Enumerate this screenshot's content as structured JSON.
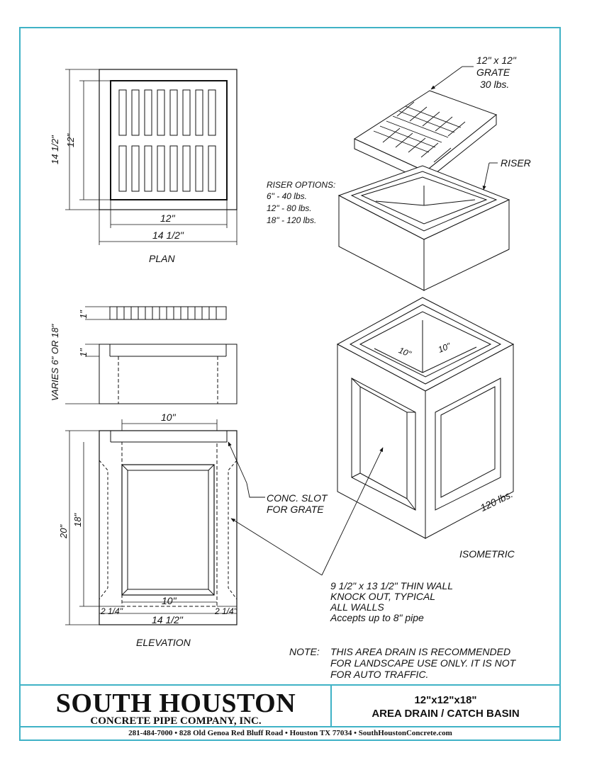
{
  "plan": {
    "width_inner": "12\"",
    "width_outer": "14 1/2\"",
    "height_outer": "14 1/2\"",
    "height_inner": "12\"",
    "caption": "PLAN"
  },
  "side": {
    "grate_thk": "1\"",
    "riser_thk": "1\"",
    "varies": "VARIES 6\" OR 18\""
  },
  "elevation": {
    "top_width": "10\"",
    "height_outer": "20\"",
    "height_inner": "18\"",
    "bottom_inner": "10\"",
    "wall_left": "2 1/4\"",
    "wall_right": "2 1/4\"",
    "bottom_outer": "14 1/2\"",
    "caption": "ELEVATION"
  },
  "callouts": {
    "grate_l1": "12\" x 12\"",
    "grate_l2": "GRATE",
    "grate_l3": "30 lbs.",
    "riser": "RISER",
    "riser_options_title": "RISER OPTIONS:",
    "riser_opt1": "6\" - 40 lbs.",
    "riser_opt2": "12\" - 80 lbs.",
    "riser_opt3": "18\" - 120 lbs.",
    "iso_dim1": "10\"",
    "iso_dim2": "10\"",
    "iso_weight": "120 lbs.",
    "isometric": "ISOMETRIC",
    "slot_l1": "CONC. SLOT",
    "slot_l2": "FOR GRATE",
    "ko_l1": "9 1/2\" x 13 1/2\" THIN WALL",
    "ko_l2": "KNOCK OUT, TYPICAL",
    "ko_l3": "ALL WALLS",
    "ko_l4": "Accepts up to 8\" pipe"
  },
  "note": {
    "label": "NOTE:",
    "l1": "THIS AREA DRAIN IS RECOMMENDED",
    "l2": "FOR LANDSCAPE USE ONLY.  IT IS NOT",
    "l3": "FOR AUTO TRAFFIC."
  },
  "title_block": {
    "company": "SOUTH HOUSTON",
    "company_sub": "CONCRETE PIPE COMPANY, INC.",
    "product_size": "12\"x12\"x18\"",
    "product_name": "AREA DRAIN / CATCH BASIN",
    "footer": "281-484-7000  •  828 Old Genoa Red Bluff Road  •  Houston TX 77034  •  SouthHoustonConcrete.com"
  },
  "colors": {
    "border": "#3fb2c6",
    "ink": "#111111"
  }
}
